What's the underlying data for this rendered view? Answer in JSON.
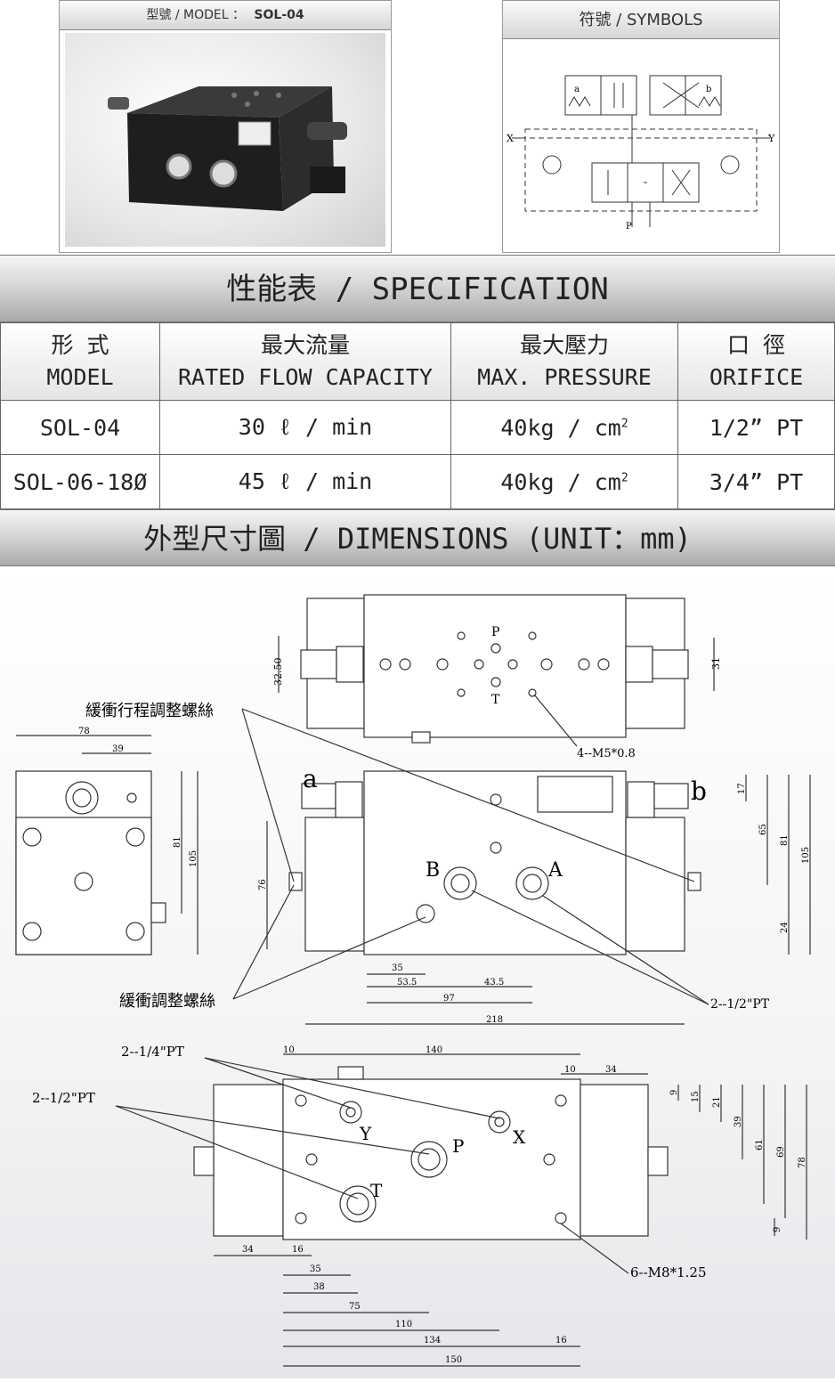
{
  "photo_panel": {
    "caption_prefix": "型號 / MODEL ：",
    "caption_model": "SOL-04"
  },
  "symbol_panel": {
    "caption": "符號 / SYMBOLS",
    "labels": {
      "a": "a",
      "b": "b",
      "x": "X",
      "y": "Y",
      "p": "P"
    }
  },
  "spec_bar": {
    "title": "性能表 / SPECIFICATION"
  },
  "spec_table": {
    "headers": [
      {
        "zh": "形 式",
        "en": "MODEL"
      },
      {
        "zh": "最大流量",
        "en": "RATED FLOW CAPACITY"
      },
      {
        "zh": "最大壓力",
        "en": "MAX. PRESSURE"
      },
      {
        "zh": "口 徑",
        "en": "ORIFICE"
      }
    ],
    "rows": [
      {
        "model": "SOL-04",
        "flow": "30 ℓ / min",
        "pressure": "40kg / cm",
        "pressure_sup": "2",
        "orifice": "1/2” PT"
      },
      {
        "model": "SOL-06-18Ø",
        "flow": "45 ℓ / min",
        "pressure": "40kg / cm",
        "pressure_sup": "2",
        "orifice": "3/4” PT"
      }
    ]
  },
  "dim_bar": {
    "title": "外型尺寸圖 / DIMENSIONS (UNIT：mm)"
  },
  "drawing": {
    "top_view": {
      "port_p": "P",
      "port_t": "T",
      "dim_left": "32.50",
      "dim_right": "31",
      "callout": "4--M5*0.8"
    },
    "callout_stroke": "緩衝行程調整螺絲",
    "callout_cushion": "緩衝調整螺絲",
    "side_view": {
      "dim_width": "78",
      "dim_offset": "39",
      "dim_h1": "81",
      "dim_h2": "105"
    },
    "front_view": {
      "label_a": "a",
      "label_b": "b",
      "port_a": "A",
      "port_b": "B",
      "dim_17": "17",
      "dim_65": "65",
      "dim_81": "81",
      "dim_105": "105",
      "dim_24": "24",
      "dim_76": "76",
      "dim_35": "35",
      "dim_53_5": "53.5",
      "dim_43_5": "43.5",
      "dim_97": "97",
      "dim_218": "218",
      "callout_pt": "2--1/2\"PT"
    },
    "bottom_view": {
      "callout_quarter": "2--1/4\"PT",
      "callout_half": "2--1/2\"PT",
      "callout_m8": "6--M8*1.25",
      "port_y": "Y",
      "port_x": "X",
      "port_p": "P",
      "port_t": "T",
      "dim_10a": "10",
      "dim_140": "140",
      "dim_10b": "10",
      "dim_34a": "34",
      "dim_9a": "9",
      "dim_15": "15",
      "dim_21": "21",
      "dim_39": "39",
      "dim_61": "61",
      "dim_69": "69",
      "dim_78": "78",
      "dim_9b": "9",
      "dim_34b": "34",
      "dim_16a": "16",
      "dim_35": "35",
      "dim_38": "38",
      "dim_75": "75",
      "dim_110": "110",
      "dim_134": "134",
      "dim_16b": "16",
      "dim_150": "150"
    }
  }
}
